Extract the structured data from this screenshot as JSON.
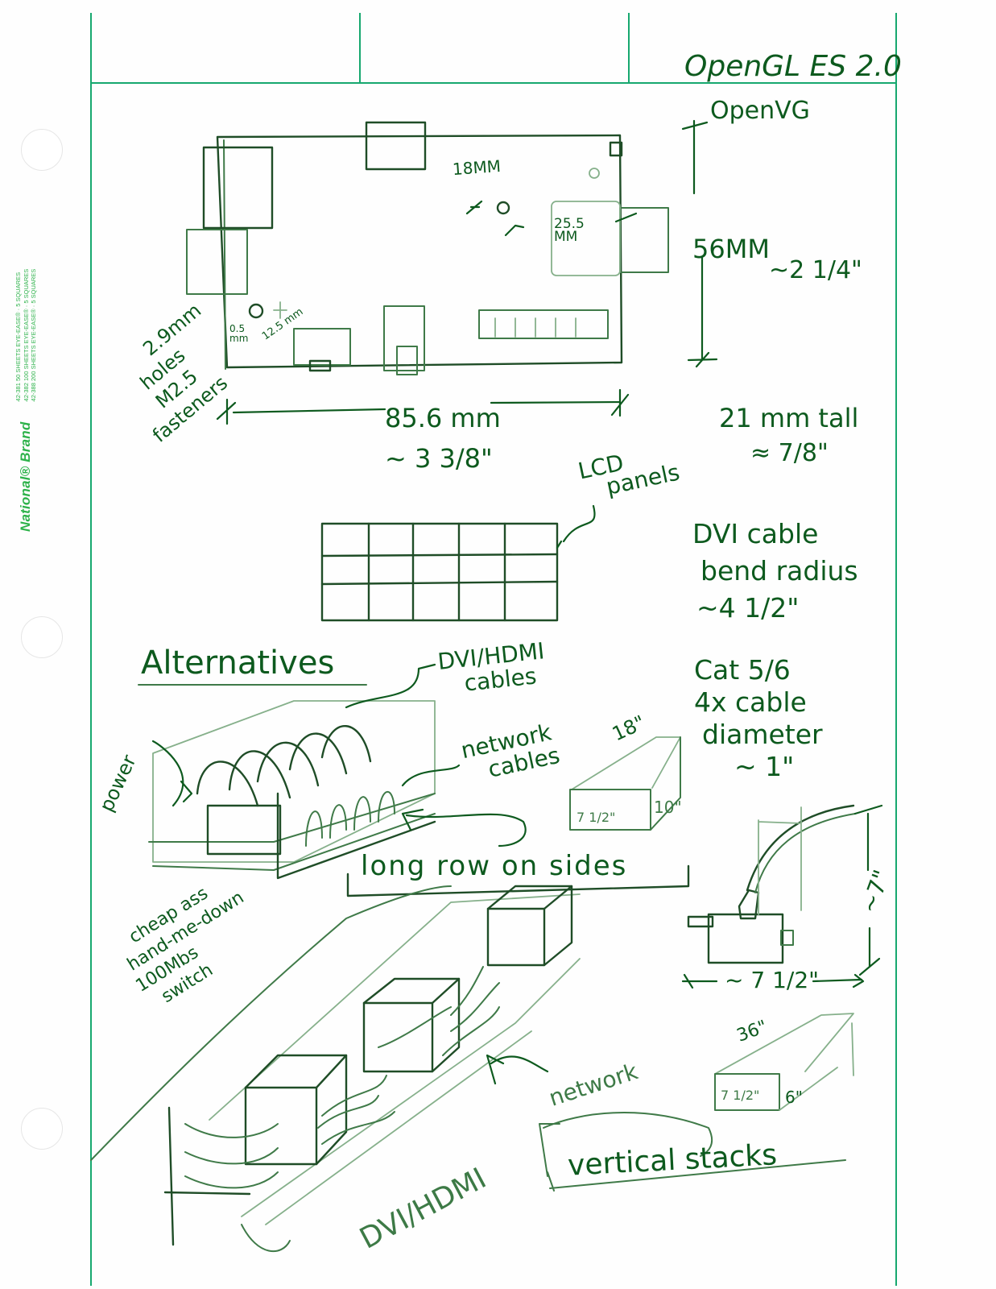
{
  "paper": {
    "brand": "National® Brand",
    "product_lines": [
      "42-381  50 SHEETS EYE-EASE® · 5 SQUARES",
      "42-382  100 SHEETS EYE-EASE® · 5 SQUARES",
      "42-388  200 SHEETS EYE-EASE® · 5 SQUARES"
    ],
    "rule_color": "#17a86f",
    "ink_color": "#0d5a1e"
  },
  "header": {
    "title": "OpenGL ES 2.0",
    "subtitle": "OpenVG"
  },
  "board_diagram": {
    "mount_hole_distance": "18MM",
    "mount_hole_offset": "25.5 MM",
    "corner_offset_a": "0.5 mm",
    "corner_offset_b": "12.5 mm",
    "height_dim": "56MM",
    "height_approx": "~2 1/4\"",
    "width_dim": "85.6 mm",
    "width_approx": "~ 3 3/8\"",
    "depth_dim": "21 mm tall",
    "depth_approx": "≈ 7/8\""
  },
  "hole_notes": {
    "line1": "2.9mm",
    "line2": "holes",
    "line3": "M2.5",
    "line4": "fasteners"
  },
  "lcd": {
    "label_line1": "LCD",
    "label_line2": "panels",
    "rows": 3,
    "cols": 5
  },
  "cable_notes": {
    "dvi_line1": "DVI  cable",
    "dvi_line2": "bend  radius",
    "dvi_line3": "~4 1/2\"",
    "cat_line1": "Cat 5/6",
    "cat_line2": "4x cable",
    "cat_line3": "diameter",
    "cat_line4": "~ 1\""
  },
  "alternatives": {
    "heading": "Alternatives",
    "dvi_hdmi_cables_1": "DVI/HDMI",
    "dvi_hdmi_cables_2": "cables",
    "network_cables_1": "network",
    "network_cables_2": "cables",
    "power": "power",
    "box1_length": "18\"",
    "box1_width": "7 1/2\"",
    "box1_height": "10\"",
    "long_row": "long row on sides",
    "switch_1": "cheap ass",
    "switch_2": "hand-me-down",
    "switch_3": "100Mbs",
    "switch_4": "switch",
    "side_height": "~7\"",
    "side_width": "~ 7 1/2\"",
    "box2_length": "36\"",
    "box2_width": "7 1/2\"",
    "box2_height": "6\"",
    "network": "network",
    "dvi_hdmi": "DVI/HDMI",
    "vertical_stacks": "vertical stacks"
  }
}
